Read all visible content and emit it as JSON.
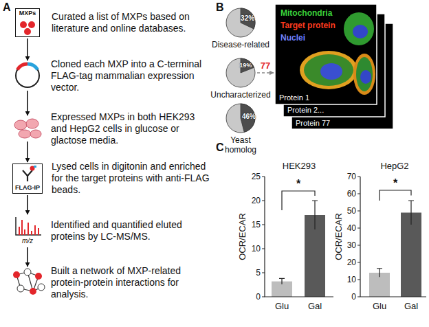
{
  "diagram": {
    "nodes": [
      {
        "text": [
          "MXPs",
          "Curated a list of MXPs based on literature and online databases."
        ]
      },
      {
        "text": [
          "Cloned each MXP into a C-terminal FLAG-tag mammalian expression vector."
        ]
      },
      {
        "text": [
          "Expressed MXPs in both HEK293 and HepG2 cells in glucose or glactose media."
        ]
      },
      {
        "text": [
          "FLAG-IP",
          "Lysed cells in digitonin and enriched for the target proteins with anti-FLAG beads."
        ]
      },
      {
        "text": [
          "m/z",
          "Identified and quantified eluted proteins by LC-MS/MS."
        ]
      },
      {
        "text": [
          "Built a network of MXP-related protein-protein interactions for analysis."
        ]
      },
      {
        "text": [
          "32%",
          "Disease-related"
        ]
      },
      {
        "text": [
          "19%",
          "Uncharacterized"
        ]
      },
      {
        "text": [
          "46%",
          "Yeast homolog"
        ]
      },
      {
        "text": [
          "Mitochondria",
          "Target protein",
          "Nuclei",
          "Protein 1"
        ]
      },
      {
        "text": [
          "Protein 2..."
        ]
      },
      {
        "text": [
          "Protein 77"
        ]
      }
    ],
    "edges": [
      {
        "from": 0,
        "to": 1,
        "arrow": "to"
      },
      {
        "from": 1,
        "to": 2,
        "arrow": "to"
      },
      {
        "from": 2,
        "to": 3,
        "arrow": "to"
      },
      {
        "from": 3,
        "to": 4,
        "arrow": "to"
      },
      {
        "from": 4,
        "to": 5,
        "arrow": "to"
      },
      {
        "from": 7,
        "to": 9,
        "label": "77",
        "arrow": "to"
      }
    ],
    "labels": [
      "A",
      "B",
      "C",
      "HEK293",
      "OCR/ECAR",
      "25",
      "20",
      "15",
      "10",
      "5",
      "0",
      "Glu",
      "Gal",
      "*",
      "HepG2",
      "OCR/ECAR",
      "70",
      "60",
      "50",
      "40",
      "30",
      "20",
      "10",
      "0",
      "Glu",
      "Gal",
      "*"
    ]
  }
}
